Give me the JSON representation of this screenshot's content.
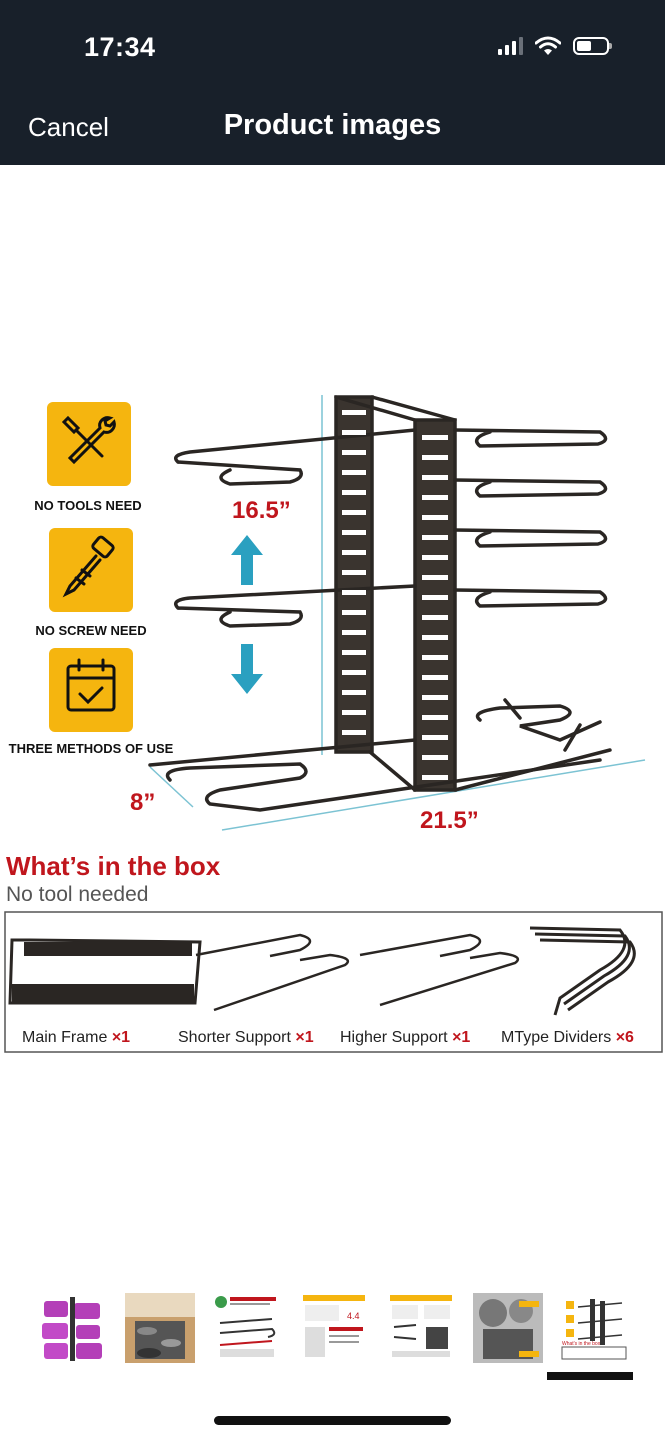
{
  "status_bar": {
    "time": "17:34"
  },
  "header": {
    "cancel_label": "Cancel",
    "title": "Product images"
  },
  "product_image": {
    "height_dimension": "16.5”",
    "depth_dimension": "8”",
    "width_dimension": "21.5”",
    "features": [
      {
        "icon": "tools-icon",
        "label": "NO TOOLS NEED"
      },
      {
        "icon": "screw-icon",
        "label": "NO SCREW NEED"
      },
      {
        "icon": "calendar-check-icon",
        "label": "THREE METHODS OF USE"
      }
    ],
    "box_heading": "What’s in the box",
    "box_subheading": "No tool needed",
    "box_items": [
      {
        "name": "Main Frame",
        "qty": "×1"
      },
      {
        "name": "Shorter Support",
        "qty": "×1"
      },
      {
        "name": "Higher Support",
        "qty": "×1"
      },
      {
        "name": "MType Dividers",
        "qty": "×6"
      }
    ]
  },
  "thumbnails": {
    "count": 7,
    "selected_index": 6
  },
  "colors": {
    "header_bg": "#18202a",
    "icon_bg": "#f5b50f",
    "accent_red": "#c0161d",
    "dimension_blue": "#2aa0c0"
  }
}
